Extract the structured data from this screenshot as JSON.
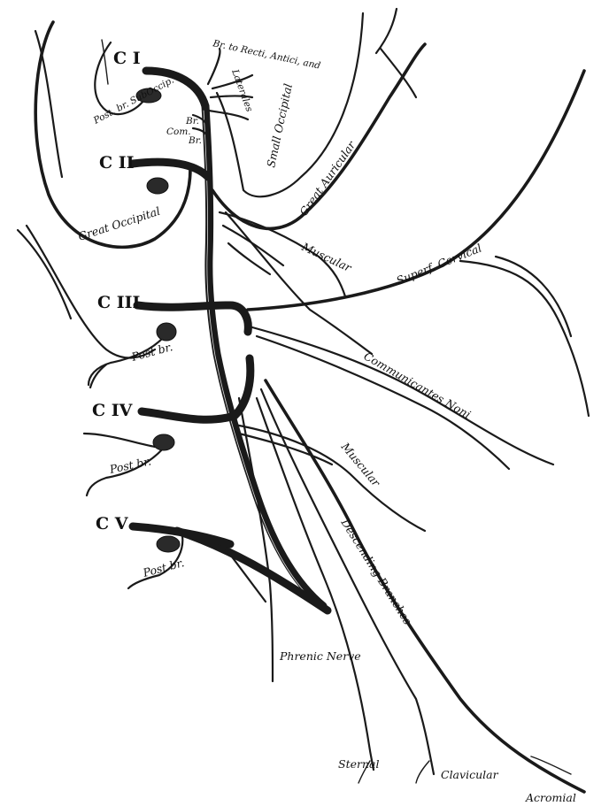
{
  "roots": [
    "C I",
    "C II",
    "C III",
    "C IV",
    "C V"
  ],
  "labels": {
    "br_recti": "Br. to Recti, Antici, and",
    "br_recti_2": "Laterales",
    "post_br_suboccip": "Post. br. SubOccip.",
    "com_br": "Com.",
    "br_a": "Br.",
    "br_b": "Br.",
    "small_occipital": "Small Occipital",
    "great_auricular": "Great Auricular",
    "great_occipital": "Great Occipital",
    "muscular_upper": "Muscular",
    "superf_cervical": "Superf. Cervical",
    "post_br_3": "Post br.",
    "communicantes_noni": "Communicantes Noni",
    "muscular_lower": "Muscular",
    "post_br_4": "Post br.",
    "descending_branches": "Descending Branches",
    "post_br_5": "Post br.",
    "phrenic_nerve": "Phrenic Nerve",
    "sternal": "Sternal",
    "clavicular": "Clavicular",
    "acromial": "Acromial"
  }
}
